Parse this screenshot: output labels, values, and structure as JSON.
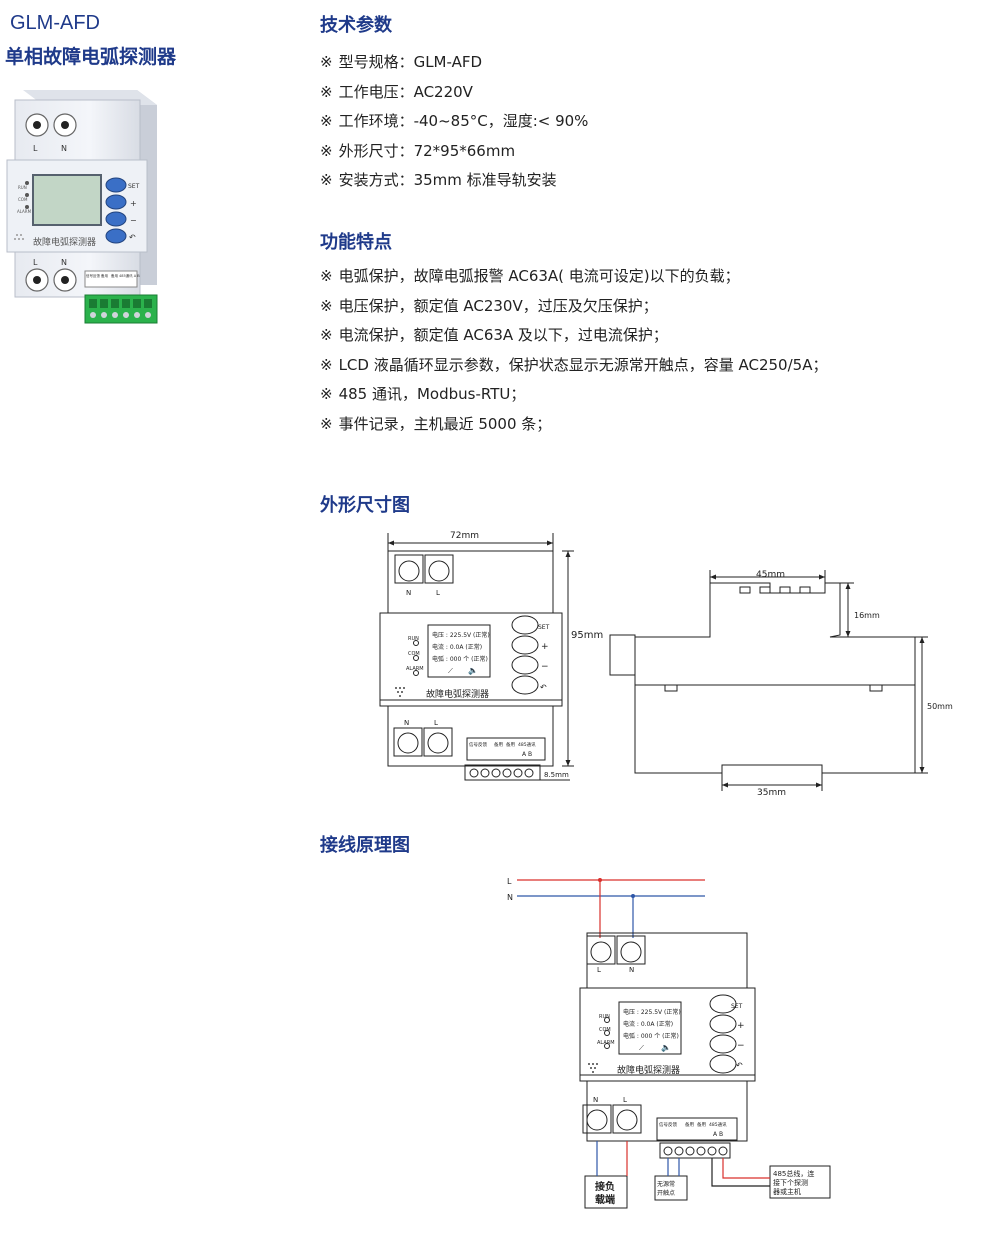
{
  "product": {
    "code": "GLM-AFD",
    "name": "单相故障电弧探测器"
  },
  "photo": {
    "terminal_top_left": "L",
    "terminal_top_right": "N",
    "terminal_bottom_left": "L",
    "terminal_bottom_right": "N",
    "indicators": [
      "RUN",
      "COM",
      "ALARM"
    ],
    "buttons": [
      "SET",
      "+",
      "−",
      "↶"
    ],
    "panel_label": "故障电弧探测器",
    "block_labels": [
      "信号反馈",
      "备用",
      "备用",
      "485通讯 A B"
    ]
  },
  "tech": {
    "title": "技术参数",
    "mark": "※",
    "items": [
      "型号规格：GLM-AFD",
      "工作电压：AC220V",
      "工作环境：-40~85°C，湿度:< 90%",
      "外形尺寸：72*95*66mm",
      "安装方式：35mm 标准导轨安装"
    ]
  },
  "features": {
    "title": "功能特点",
    "mark": "※",
    "items": [
      "电弧保护，故障电弧报警 AC63A( 电流可设定)以下的负载；",
      "电压保护，额定值 AC230V，过压及欠压保护；",
      "电流保护，额定值 AC63A 及以下，过电流保护；",
      "LCD 液晶循环显示参数，保护状态显示无源常开触点，容量 AC250/5A；",
      "485 通讯，Modbus-RTU；",
      "事件记录，主机最近 5000 条；"
    ]
  },
  "dims": {
    "title": "外形尺寸图",
    "width_label": "72mm",
    "height_label": "95mm",
    "foot_label": "8.5mm",
    "side_top_label": "45mm",
    "side_step_label": "16mm",
    "side_height_label": "50mm",
    "side_rail_label": "35mm",
    "front_top_n": "N",
    "front_top_l": "L",
    "front_bottom_n": "N",
    "front_bottom_l": "L",
    "lcd_lines": [
      "电压 : 225.5V (正常)",
      "电流 : 0.0A    (正常)",
      "电弧 : 000 个 (正常)"
    ],
    "indicators": [
      "RUN",
      "COM",
      "ALARM"
    ],
    "set": "SET",
    "plus": "+",
    "minus": "−",
    "back": "↶",
    "panel_label": "故障电弧探测器",
    "block_labels": [
      "信号反馈",
      "备用",
      "备用",
      "485通讯",
      "A B"
    ]
  },
  "wiring": {
    "title": "接线原理图",
    "line_l": "L",
    "line_n": "N",
    "top_l": "L",
    "top_n": "N",
    "bottom_n": "N",
    "bottom_l": "L",
    "lcd_lines": [
      "电压 : 225.5V (正常)",
      "电流 : 0.0A    (正常)",
      "电弧 : 000 个 (正常)"
    ],
    "indicators": [
      "RUN",
      "COM",
      "ALARM"
    ],
    "set": "SET",
    "plus": "+",
    "minus": "−",
    "back": "↶",
    "panel_label": "故障电弧探测器",
    "block_labels": [
      "信号反馈",
      "备用",
      "备用",
      "485通讯",
      "A B"
    ],
    "load_label": [
      "接负",
      "载端"
    ],
    "contact_label": [
      "无源常",
      "开触点"
    ],
    "bus_label": [
      "485总线，连",
      "接下个探测",
      "器或主机"
    ]
  },
  "colors": {
    "accent": "#1f3a8a",
    "line_l": "#d9302c",
    "line_n": "#2f57a8",
    "terminal_green": "#2bb24c",
    "button_blue": "#3a6fc6"
  }
}
